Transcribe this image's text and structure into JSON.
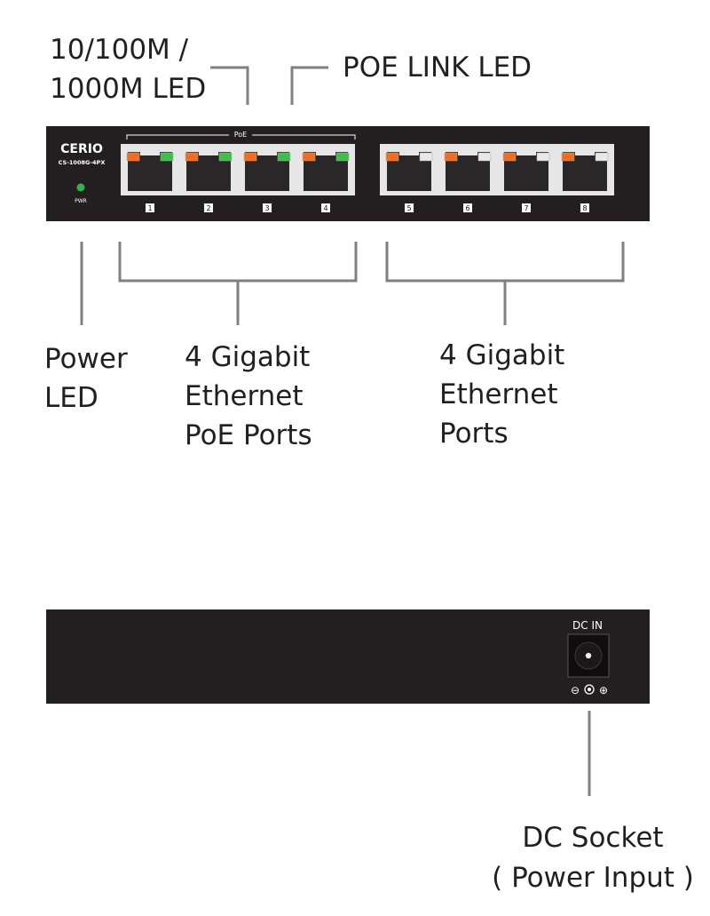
{
  "labels": {
    "speed_led_line1": "10/100M /",
    "speed_led_line2": "1000M LED",
    "poe_link_led": "POE LINK LED",
    "power_led_line1": "Power",
    "power_led_line2": "LED",
    "poe_ports_line1": "4 Gigabit",
    "poe_ports_line2": "Ethernet",
    "poe_ports_line3": "PoE Ports",
    "eth_ports_line1": "4 Gigabit",
    "eth_ports_line2": "Ethernet",
    "eth_ports_line3": "Ports",
    "dc_socket_line1": "DC Socket",
    "dc_socket_line2": "( Power Input )"
  },
  "device": {
    "brand": "CERIO",
    "model": "CS-1008G-4PX",
    "pwr_label": "PWR",
    "poe_group_label": "PoE",
    "dc_in_label": "DC IN",
    "polarity_minus": "⊖",
    "polarity_plus": "⊕"
  },
  "ports": [
    {
      "number": "1",
      "poe": true
    },
    {
      "number": "2",
      "poe": true
    },
    {
      "number": "3",
      "poe": true
    },
    {
      "number": "4",
      "poe": true
    },
    {
      "number": "5",
      "poe": false
    },
    {
      "number": "6",
      "poe": false
    },
    {
      "number": "7",
      "poe": false
    },
    {
      "number": "8",
      "poe": false
    }
  ],
  "colors": {
    "chassis": "#231f20",
    "port_frame": "#e6e6e6",
    "port_hole": "#2a2728",
    "led_orange": "#f26c22",
    "led_green": "#3fbf4a",
    "led_off": "#e8e8e8",
    "pwr_led": "#2fb64a",
    "leader_line": "#808080",
    "text": "#231f20"
  }
}
